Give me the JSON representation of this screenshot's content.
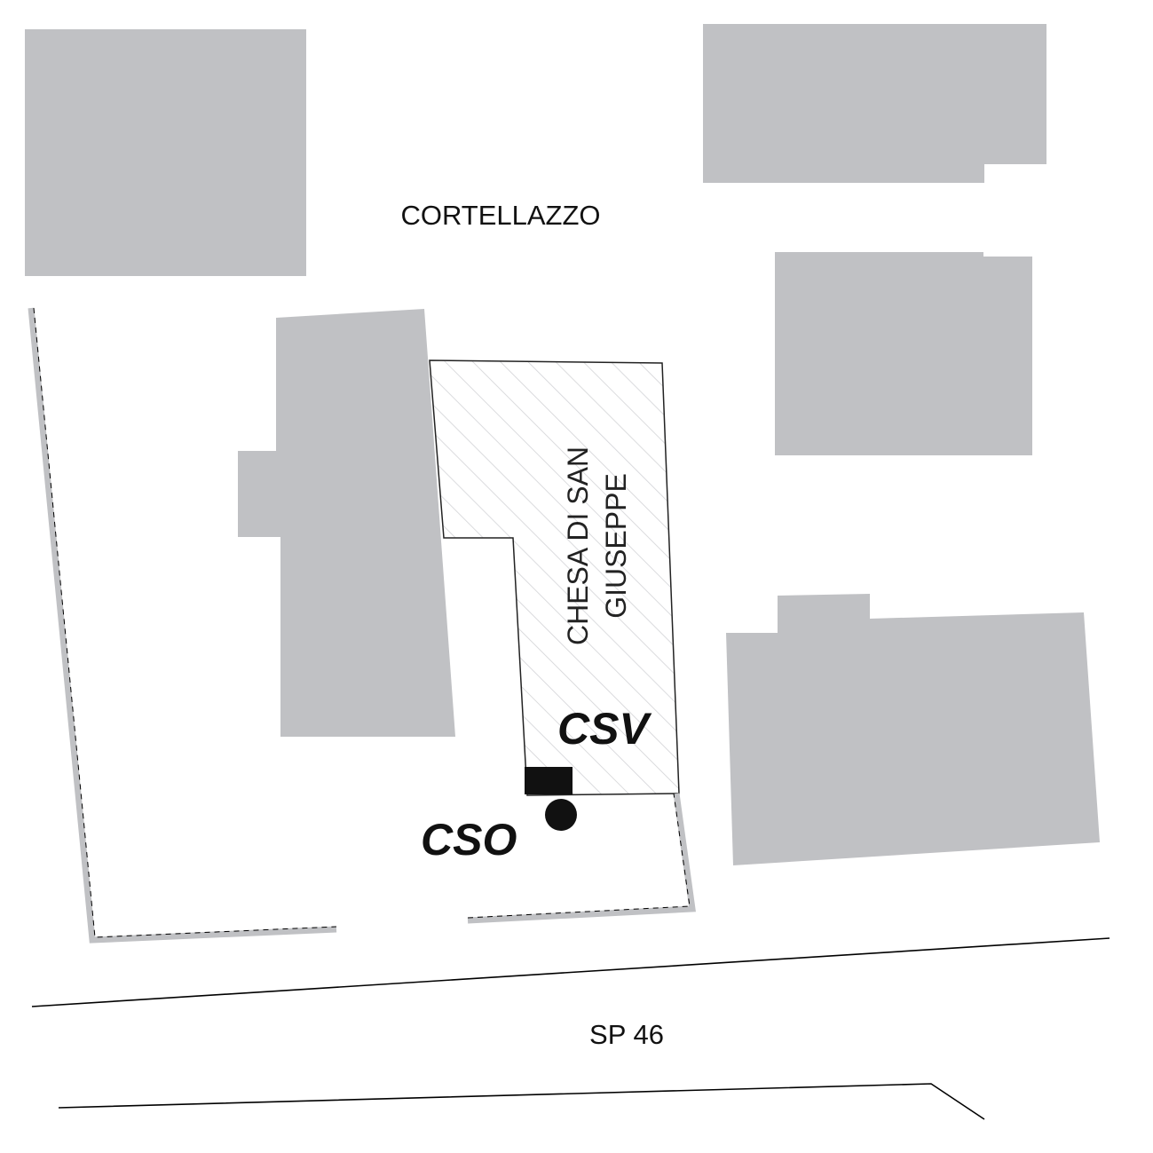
{
  "map": {
    "labels": {
      "square": "CORTELLAZZO",
      "church_line1": "CHESA DI SAN",
      "church_line2": "GIUSEPPE",
      "road": "SP 46"
    },
    "stations": [
      {
        "code": "CSV",
        "marker": "square"
      },
      {
        "code": "CSO",
        "marker": "circle"
      }
    ],
    "colors": {
      "building": "#c0c1c4",
      "wall": "#c0c1c4",
      "marker": "#111111",
      "hatch": "#d2d3d6"
    }
  }
}
